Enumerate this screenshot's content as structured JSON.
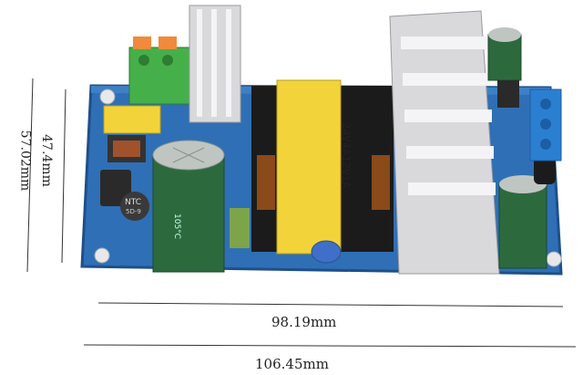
{
  "dimensions": {
    "width_outer": "106.45mm",
    "width_inner": "98.19mm",
    "height_outer": "57.02mm",
    "height_inner": "47.4mm"
  },
  "board": {
    "transformer_label": "24V4A12V1A",
    "thermistor_label": "NTC",
    "thermistor_sub": "5D-9",
    "capacitor_text": "105°C"
  },
  "colors": {
    "pcb": "#2f6fb5",
    "pcb_dark": "#1f4f8a",
    "transformer_yellow": "#f2d43a",
    "capacitor_green": "#2c6a3e",
    "heatsink": "#d9d9dc",
    "terminal_green": "#45b04a",
    "terminal_blue": "#2b7fd1"
  }
}
